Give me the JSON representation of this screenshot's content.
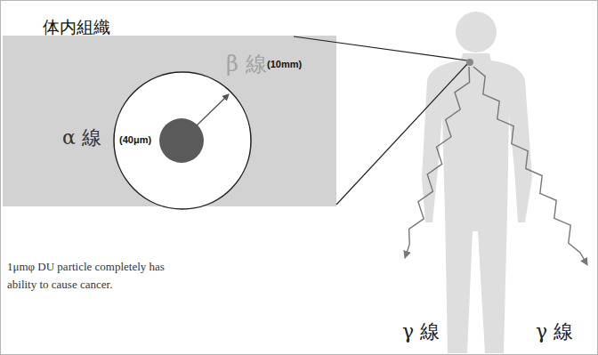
{
  "diagram": {
    "nodes": [
      {
        "text": [
          "体内組織"
        ]
      }
    ],
    "labels": [
      "α 線",
      "(40μm)",
      "β 線",
      "(10mm)",
      "1μmφ DU particle completely has ability to cause cancer.",
      "γ 線",
      "γ 線"
    ]
  }
}
